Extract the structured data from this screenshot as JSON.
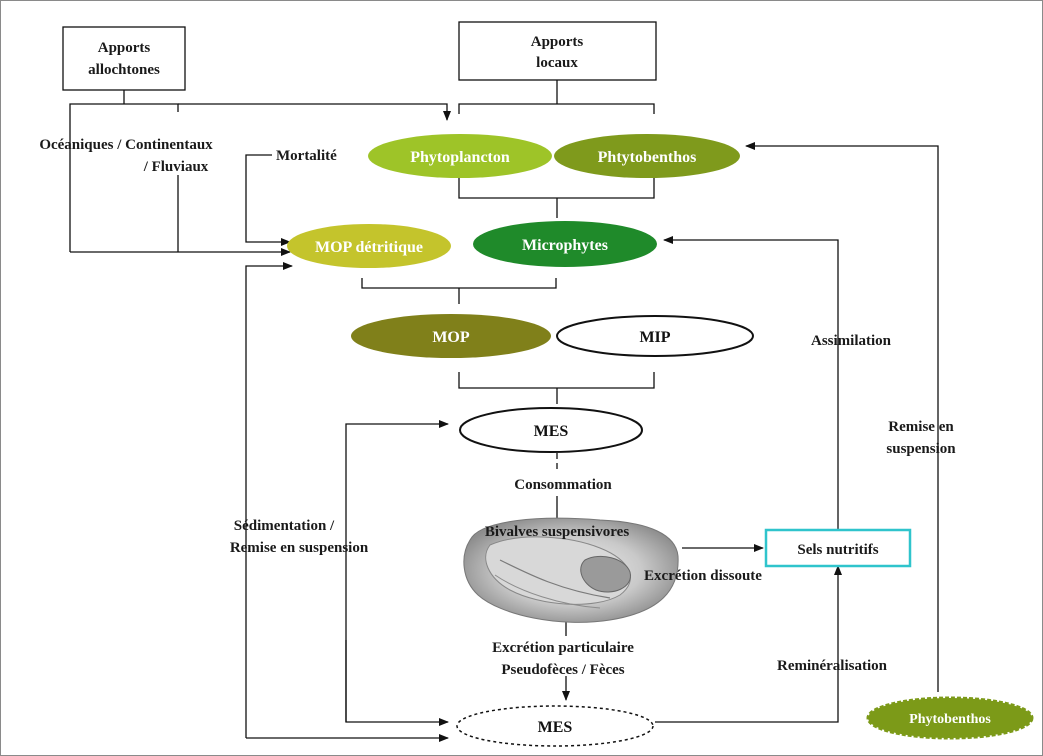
{
  "boxes": {
    "allochtones": [
      "Apports",
      "allochtones"
    ],
    "locaux": [
      "Apports",
      "locaux"
    ],
    "sels": "Sels nutritifs"
  },
  "ellipses": {
    "phytoplancton": "Phytoplancton",
    "phytobenthos_top": "Phtytobenthos",
    "mop_detritique": "MOP détritique",
    "microphytes": "Microphytes",
    "mop": "MOP",
    "mip": "MIP",
    "mes_top": "MES",
    "mes_bottom": "MES",
    "phytobenthos_bottom": "Phytobenthos"
  },
  "labels": {
    "oceaniques": [
      "Océaniques / Continentaux",
      "/ Fluviaux"
    ],
    "mortalite": "Mortalité",
    "consommation": "Consommation",
    "bivalves": "Bivalves suspensivores",
    "excretion_dissoute": "Excrétion dissoute",
    "excretion_particulaire": [
      "Excrétion particulaire",
      "Pseudofèces / Fèces"
    ],
    "sedimentation": [
      "Sédimentation /",
      "Remise en suspension"
    ],
    "assimilation": "Assimilation",
    "remise": [
      "Remise en",
      "suspension"
    ],
    "remineralisation": "Reminéralisation"
  },
  "colors": {
    "phytoplancton": "#9ec428",
    "phytobenthos": "#7f9a1c",
    "mop_detritique": "#c4c42c",
    "microphytes": "#1f8a2a",
    "mop": "#80801a",
    "sels_border": "#2fc4cc",
    "phytobenthos_bottom": "#7c9a18"
  }
}
